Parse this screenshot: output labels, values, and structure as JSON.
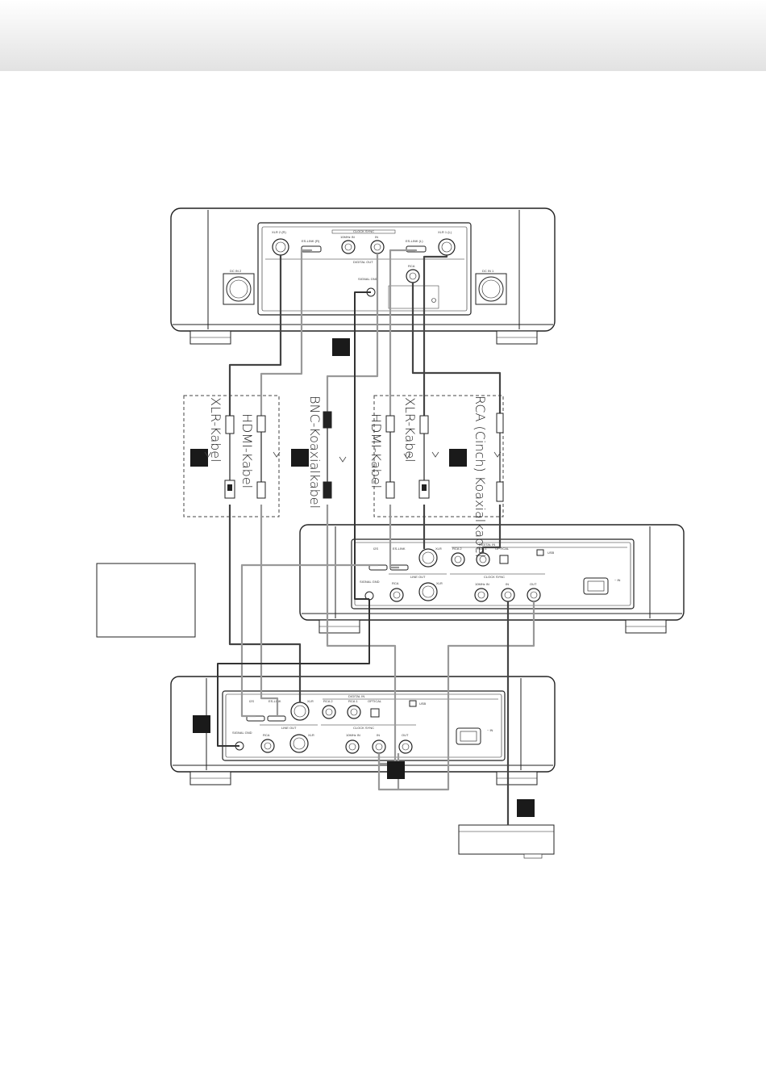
{
  "cable_labels": {
    "xlr_left": "XLR-Kabel",
    "hdmi_left": "HDMI-Kabel",
    "bnc": "BNC-Koaxialkabel",
    "hdmi_right": "HDMI-Kabel",
    "xlr_right": "XLR-Kabel",
    "rca": "RCA (Cinch) Koaxialkabel"
  },
  "top_unit": {
    "dc_in_left": "DC IN 2",
    "dc_in_right": "DC IN 1",
    "xlr_2": "XLR 2 (R)",
    "es_link_r": "ES-LINK (R)",
    "clock_sync": "CLOCK SYNC",
    "clk_10mhz_in": "10MHz IN",
    "clk_in": "IN",
    "es_link_l": "ES-LINK (L)",
    "xlr_1": "XLR 1 (L)",
    "digital_out": "DIGITAL OUT",
    "rca": "RCA",
    "signal_gnd": "SIGNAL GND"
  },
  "middle_unit": {
    "i2s": "I2S",
    "es_link": "ES-LINK",
    "xlr": "XLR",
    "rca2": "RCA 2",
    "rca1": "RCA 1",
    "optical": "OPTICAL",
    "usb": "USB",
    "digital_in": "DIGITAL IN",
    "line_out": "LINE OUT",
    "clock_sync": "CLOCK SYNC",
    "rca": "RCA",
    "xlr_out": "XLR",
    "clk_10mhz_in": "10MHz IN",
    "clk_in": "IN",
    "clk_out": "OUT",
    "signal_gnd": "SIGNAL GND",
    "ac_in": "~ IN"
  },
  "bottom_unit": {
    "i2s": "I2S",
    "es_link": "ES-LINK",
    "xlr": "XLR",
    "rca2": "RCA 2",
    "rca1": "RCA 1",
    "optical": "OPTICAL",
    "usb": "USB",
    "digital_in": "DIGITAL IN",
    "line_out": "LINE OUT",
    "clock_sync": "CLOCK SYNC",
    "rca": "RCA",
    "xlr_out": "XLR",
    "clk_10mhz_in": "10MHz IN",
    "clk_in": "IN",
    "clk_out": "OUT",
    "signal_gnd": "SIGNAL GND",
    "ac_in": "~ IN"
  },
  "colors": {
    "cable_dark": "#444444",
    "cable_light": "#a6a6a6",
    "marker": "#1a1a1a",
    "outline": "#222222"
  }
}
